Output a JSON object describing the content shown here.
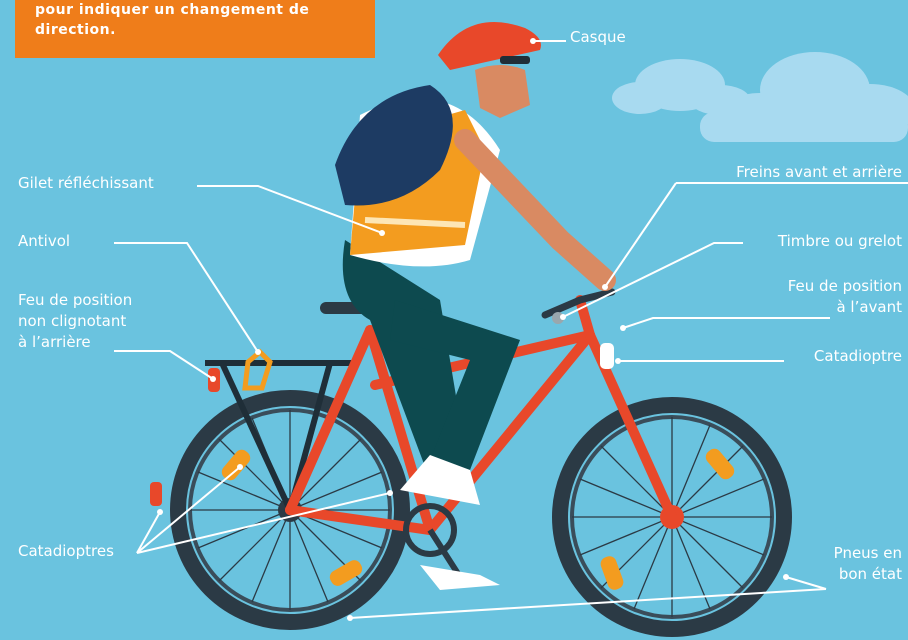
{
  "note": {
    "line1": "pour indiquer un changement de",
    "line2": "direction."
  },
  "labels": {
    "casque": "Casque",
    "gilet": "Gilet réfléchissant",
    "antivol": "Antivol",
    "feu_arriere_1": "Feu de position",
    "feu_arriere_2": "non clignotant",
    "feu_arriere_3": "à l’arrière",
    "catadioptres": "Catadioptres",
    "freins": "Freins avant et arrière",
    "timbre": "Timbre ou grelot",
    "feu_avant_1": "Feu de position",
    "feu_avant_2": "à l’avant",
    "catadioptre": "Catadioptre",
    "pneus_1": "Pneus en",
    "pneus_2": "bon état"
  },
  "colors": {
    "background": "#6ac3df",
    "accent": "#ef7d1a",
    "frame": "#e8482a",
    "helmet": "#e8482a",
    "vest": "#f39c1f",
    "backpack": "#1d3b63",
    "trousers": "#0d4a4f",
    "skin": "#d98a62",
    "tire": "#2b3a45"
  }
}
